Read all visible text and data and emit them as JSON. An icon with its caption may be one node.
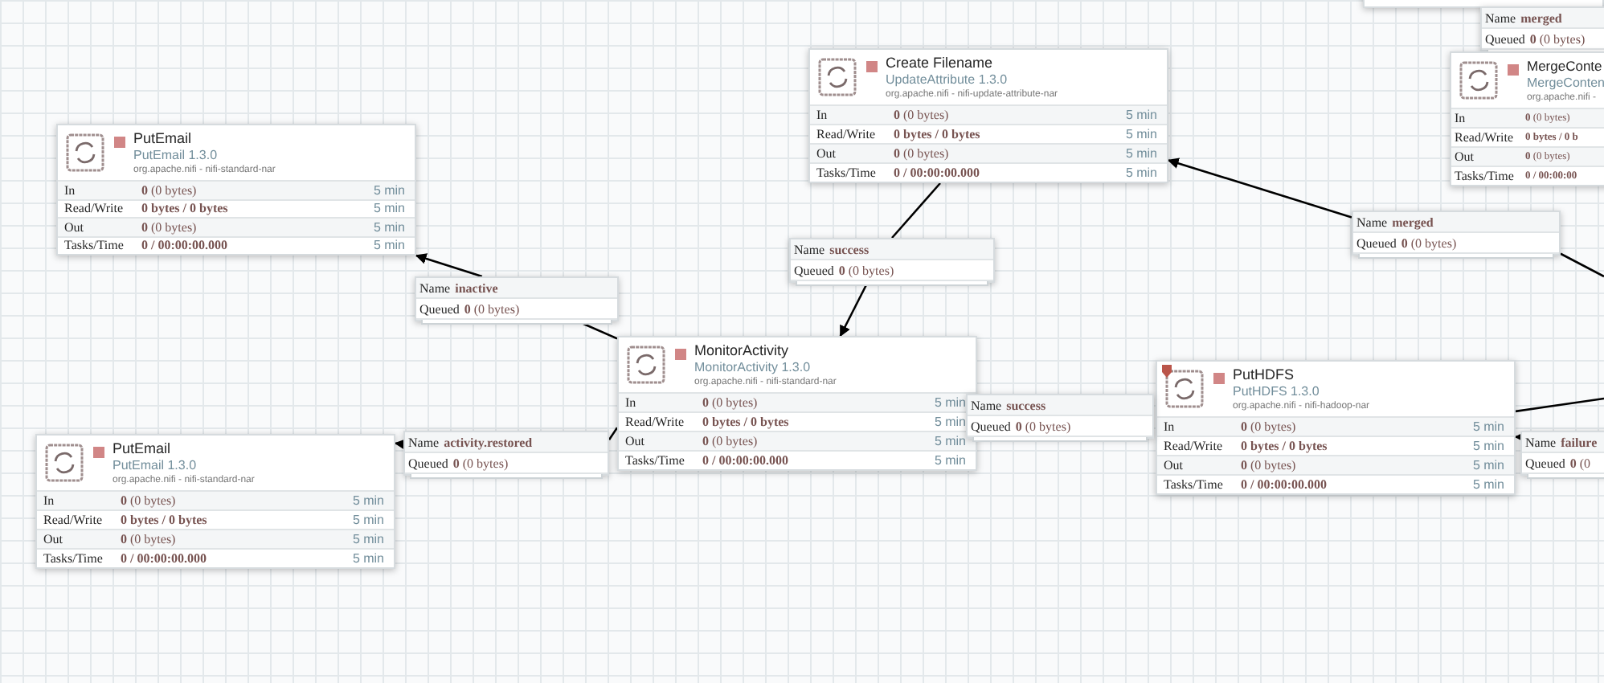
{
  "diagram": {
    "nodes": [
      {
        "text": [],
        "shape": "box"
      },
      {
        "text": [
          "Name",
          "merged",
          "Queued",
          "**0** (0 bytes)"
        ]
      },
      {
        "text": [
          "Create Filename",
          "UpdateAttribute 1.3.0",
          "org.apache.nifi - nifi-update-attribute-nar",
          "In",
          "**0** (0 bytes)",
          "5 min",
          "Read/Write",
          "0 bytes / 0 bytes",
          "5 min",
          "Out",
          "**0** (0 bytes)",
          "5 min",
          "Tasks/Time",
          "0 / 00:00:00.000",
          "5 min"
        ]
      },
      {
        "text": [
          "MergeConte",
          "MergeConten",
          "org.apache.nifi -",
          "In",
          "**0** (0 bytes)",
          "Read/Write",
          "0 bytes / 0 b",
          "Out",
          "**0** (0 bytes)",
          "Tasks/Time",
          "0 / 00:00:00"
        ]
      },
      {
        "text": [
          "PutEmail",
          "PutEmail 1.3.0",
          "org.apache.nifi - nifi-standard-nar",
          "In",
          "**0** (0 bytes)",
          "5 min",
          "Read/Write",
          "0 bytes / 0 bytes",
          "5 min",
          "Out",
          "**0** (0 bytes)",
          "5 min",
          "Tasks/Time",
          "0 / 00:00:00.000",
          "5 min"
        ]
      },
      {
        "text": [
          "Name",
          "merged",
          "Queued",
          "**0** (0 bytes)"
        ]
      },
      {
        "text": [
          "Name",
          "success",
          "Queued",
          "**0** (0 bytes)"
        ]
      },
      {
        "text": [
          "Name",
          "inactive",
          "Queued",
          "**0** (0 bytes)"
        ]
      },
      {
        "text": [
          "MonitorActivity",
          "MonitorActivity 1.3.0",
          "org.apache.nifi - nifi-standard-nar",
          "In",
          "**0** (0 bytes)",
          "5 min",
          "Read/Write",
          "0 bytes / 0 bytes",
          "5 min",
          "Out",
          "**0** (0 bytes)",
          "5 min",
          "Tasks/Time",
          "0 / 00:00:00.000",
          "5 min"
        ]
      },
      {
        "text": [
          "PutHDFS",
          "PutHDFS 1.3.0",
          "org.apache.nifi - nifi-hadoop-nar",
          "In",
          "**0** (0 bytes)",
          "5 min",
          "Read/Write",
          "0 bytes / 0 bytes",
          "5 min",
          "Out",
          "**0** (0 bytes)",
          "5 min",
          "Tasks/Time",
          "0 / 00:00:00.000",
          "5 min"
        ]
      },
      {
        "text": [
          "Name",
          "success",
          "Queued",
          "**0** (0 bytes)"
        ]
      },
      {
        "text": [
          "Name",
          "activity.restored",
          "Queued",
          "**0** (0 bytes)"
        ]
      },
      {
        "text": [
          "Name",
          "failure",
          "Queued",
          "**0** (0"
        ]
      },
      {
        "text": [
          "PutEmail",
          "PutEmail 1.3.0",
          "org.apache.nifi - nifi-standard-nar",
          "In",
          "**0** (0 bytes)",
          "5 min",
          "Read/Write",
          "0 bytes / 0 bytes",
          "5 min",
          "Out",
          "**0** (0 bytes)",
          "5 min",
          "Tasks/Time",
          "0 / 00:00:00.000",
          "5 min"
        ]
      }
    ],
    "edges": [
      {
        "from": 8,
        "to": 7,
        "arrow": "none"
      },
      {
        "from": 7,
        "to": 4,
        "arrow": "to"
      },
      {
        "from": 2,
        "to": 6,
        "arrow": "none"
      },
      {
        "from": 6,
        "to": 8,
        "arrow": "to"
      },
      {
        "from": 8,
        "to": 11,
        "arrow": "none"
      },
      {
        "from": 11,
        "to": 13,
        "arrow": "to"
      },
      {
        "from": null,
        "to": 5,
        "arrow": "none"
      },
      {
        "from": 5,
        "to": 2,
        "arrow": "to"
      },
      {
        "from": 9,
        "to": null,
        "arrow": "none"
      },
      {
        "from": 12,
        "to": 9,
        "arrow": "to"
      }
    ]
  }
}
